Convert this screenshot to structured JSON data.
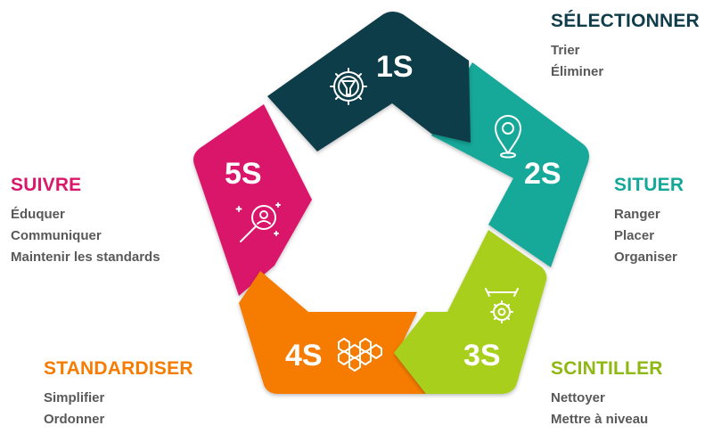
{
  "colors": {
    "s1": "#0f3d4a",
    "s2": "#14a899",
    "s3": "#a8cf1e",
    "s4": "#f57c00",
    "s5": "#d9176b",
    "text_gray": "#595959"
  },
  "segments": [
    {
      "key": "s1",
      "number": "1S",
      "icon": "gear-funnel-icon"
    },
    {
      "key": "s2",
      "number": "2S",
      "icon": "location-pin-icon"
    },
    {
      "key": "s3",
      "number": "3S",
      "icon": "wrench-gear-icon"
    },
    {
      "key": "s4",
      "number": "4S",
      "icon": "hexagon-network-icon"
    },
    {
      "key": "s5",
      "number": "5S",
      "icon": "magnifier-person-icon"
    }
  ],
  "labels": {
    "s1": {
      "title": "SÉLECTIONNER",
      "items": [
        "Trier",
        "Éliminer"
      ]
    },
    "s2": {
      "title": "SITUER",
      "items": [
        "Ranger",
        "Placer",
        "Organiser"
      ]
    },
    "s3": {
      "title": "SCINTILLER",
      "items": [
        "Nettoyer",
        "Mettre à niveau"
      ]
    },
    "s4": {
      "title": "STANDARDISER",
      "items": [
        "Simplifier",
        "Ordonner"
      ]
    },
    "s5": {
      "title": "SUIVRE",
      "items": [
        "Éduquer",
        "Communiquer",
        "Maintenir les standards"
      ]
    }
  }
}
